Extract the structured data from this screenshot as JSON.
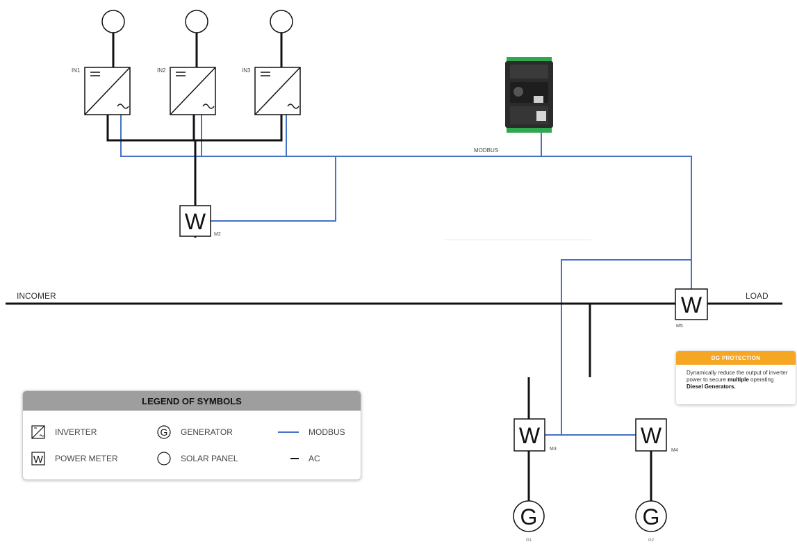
{
  "labels": {
    "inverter_1": "IN1",
    "inverter_2": "IN2",
    "inverter_3": "IN3",
    "meter_m2": "M2",
    "meter_m3": "M3",
    "meter_m4": "M4",
    "meter_m5": "M5",
    "generator_g1": "G1",
    "generator_g2": "G2",
    "meter_symbol": "W",
    "generator_symbol": "G",
    "modbus": "MODBUS",
    "incomer": "INCOMER",
    "load": "LOAD"
  },
  "legend": {
    "title": "LEGEND OF SYMBOLS",
    "items": {
      "inverter": "INVERTER",
      "power_meter": "POWER METER",
      "generator": "GENERATOR",
      "solar_panel": "SOLAR PANEL",
      "modbus": "MODBUS",
      "ac": "AC"
    }
  },
  "dg_card": {
    "title": "DG PROTECTION",
    "text_1": "Dynamically reduce the output of inverter power to secure ",
    "bold_1": "multiple",
    "text_2": " operating ",
    "bold_2": "Diesel Generators."
  },
  "colors": {
    "modbus_line": "#4472c4",
    "ac_line": "#111111",
    "legend_header": "#9e9e9e",
    "dg_header": "#f5a623",
    "controller_body": "#2b2b2b",
    "controller_terminals": "#2fa84f"
  }
}
